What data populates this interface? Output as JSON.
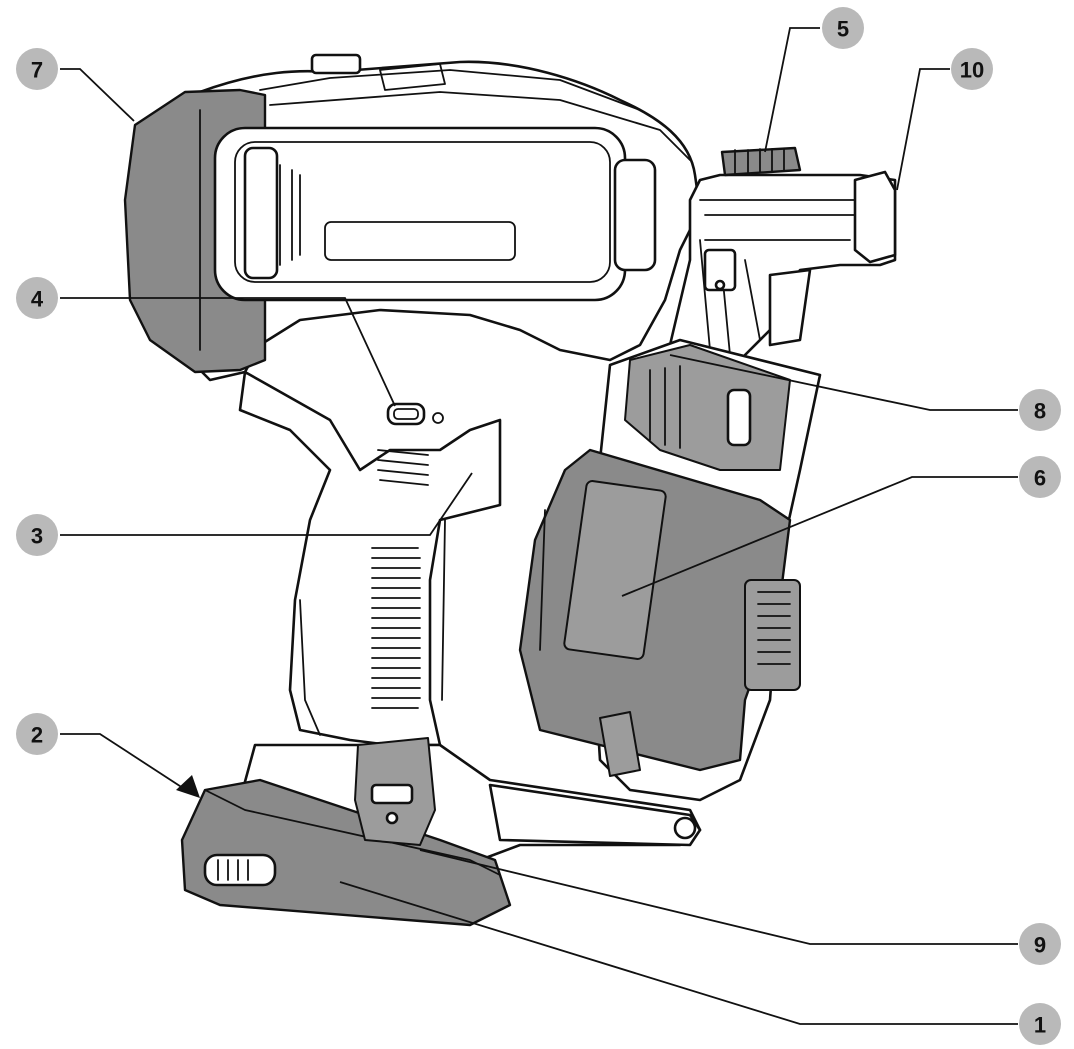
{
  "callouts": [
    {
      "id": "1",
      "label": "1"
    },
    {
      "id": "2",
      "label": "2"
    },
    {
      "id": "3",
      "label": "3"
    },
    {
      "id": "4",
      "label": "4"
    },
    {
      "id": "5",
      "label": "5"
    },
    {
      "id": "6",
      "label": "6"
    },
    {
      "id": "7",
      "label": "7"
    },
    {
      "id": "8",
      "label": "8"
    },
    {
      "id": "9",
      "label": "9"
    },
    {
      "id": "10",
      "label": "10"
    }
  ],
  "colors": {
    "callout_fill": "#b9b9b9",
    "line": "#111111",
    "part_grey": "#8a8a8a"
  }
}
